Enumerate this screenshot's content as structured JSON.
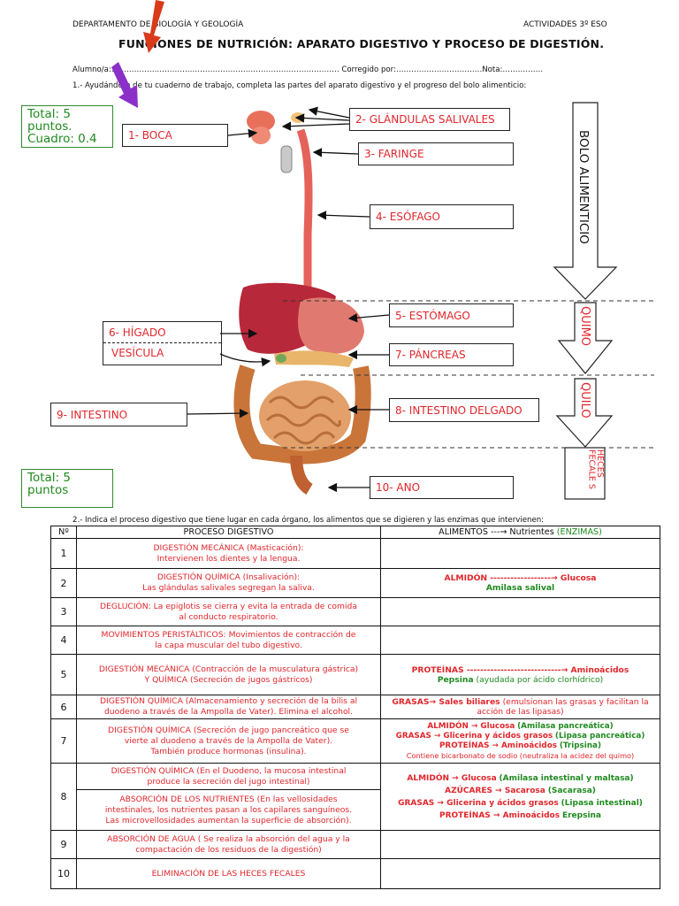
{
  "header": {
    "department": "DEPARTAMENTO DE BIOLOGÍA Y GEOLOGÍA",
    "activity": "ACTIVIDADES 3º ESO",
    "title": "FUNCIONES DE NUTRICIÓN: APARATO DIGESTIVO Y PROCESO DE DIGESTIÓN.",
    "student_line": "Alumno/a:……………………………………………………………………………… Corregido por:…………………………….Nota:……………."
  },
  "q1": {
    "instruction": "1.- Ayudándote de tu cuaderno de trabajo, completa las partes del aparato digestivo y el progreso del bolo alimenticio:",
    "score_box": "Total: 5 puntos. Cuadro: 0.4",
    "labels": {
      "boca": "1- BOCA",
      "glandulas": "2- GLÁNDULAS SALIVALES",
      "faringe": "3- FARINGE",
      "esofago": "4- ESÓFAGO",
      "estomago": "5- ESTÓMAGO",
      "higado": "6- HÍGADO",
      "vesicula": "VESÍCULA",
      "pancreas": "7- PÁNCREAS",
      "intestino_delgado": "8- INTESTINO DELGADO",
      "intestino": "9- INTESTINO",
      "ano": "10- ANO"
    },
    "flow": {
      "bolo": "BOLO ALIMENTICIO",
      "quimo": "QUIMO",
      "quilo": "QUILO",
      "heces": "HECES FECALE S"
    }
  },
  "q2": {
    "score_box": "Total: 5 puntos",
    "instruction": "2.- Indica el proceso digestivo que tiene lugar en cada órgano, los alimentos que se digieren y las enzimas que intervienen:",
    "col_num": "Nº",
    "col_process": "PROCESO DIGESTIVO",
    "col_food": "ALIMENTOS ---→ Nutrientes",
    "col_enzymes": "(ENZIMAS)",
    "rows": [
      {
        "n": "1",
        "p1": "DIGESTIÓN MECÁNICA (Masticación):",
        "p2": "Intervienen los dientes y la  lengua."
      },
      {
        "n": "2",
        "p1": "DIGESTIÓN  QUÍMICA (Insalivación):",
        "p2": "Las glándulas salivales segregan la saliva.",
        "f1": "ALMIDÓN ------------------→ Glucosa",
        "f2": "Amilasa salival"
      },
      {
        "n": "3",
        "p1": "DEGLUCIÓN: La epiglotis se cierra y evita la entrada de comida",
        "p2": "al conducto respiratorio."
      },
      {
        "n": "4",
        "p1": "MOVIMIENTOS PERISTÁLTICOS: Movimientos de contracción de",
        "p2": "la capa muscular del tubo digestivo."
      },
      {
        "n": "5",
        "p1": "DIGESTIÓN MECÁNICA (Contracción de la musculatura gástrica)",
        "p2": "Y QUÍMICA (Secreción de jugos gástricos)",
        "f1": "PROTEÍNAS ----------------------------→ Aminoácidos",
        "f2": "Pepsina",
        "f3": "(ayudada por ácido clorhídrico)"
      },
      {
        "n": "6",
        "p1": "DIGESTIÓN  QUÍMICA (Almacenamiento y secreción de la bilis al",
        "p2": "duodeno a través de la Ampolla de Vater). Elimina el alcohol.",
        "f1": "GRASAS→ Sales biliares",
        "f2": "(emulsionan las grasas y facilitan la acción de las lipasas)"
      },
      {
        "n": "7",
        "p1": "DIGESTIÓN  QUÍMICA (Secreción de jugo pancreático que se",
        "p2": "vierte al duodeno a través de la Ampolla de Vater).",
        "p3": "También produce hormonas (insulina).",
        "f1": "ALMIDÓN → Glucosa",
        "f1g": "(Amilasa pancreática)",
        "f2": "GRASAS → Glicerina y ácidos grasos",
        "f2g": "(Lipasa pancreática)",
        "f3": "PROTEÍNAS → Aminoácidos",
        "f3g": "(Tripsina)",
        "f4": "Contiene bicarbonato de sodio (neutraliza la acidez del quimo)"
      },
      {
        "n": "8",
        "p1": "DIGESTIÓN  QUÍMICA (En el Duodeno, la mucosa intestinal",
        "p2": "produce la secreción del jugo intestinal)",
        "p3": "ABSORCIÓN DE LOS NUTRIENTES (En las vellosidades",
        "p4": "intestinales, los nutrientes pasan a los capilares sanguíneos.",
        "p5": "Las microvellosidades aumentan la superficie de absorción).",
        "f1": "ALMIDÓN → Glucosa",
        "f1g": "(Amilasa intestinal y maltasa)",
        "f2": "AZÚCARES →  Sacarosa",
        "f2g": "(Sacarasa)",
        "f3": "GRASAS → Glicerina y ácidos grasos",
        "f3g": "(Lipasa intestinal)",
        "f4": "PROTEÍNAS → Aminoácidos",
        "f4g": "Erepsina"
      },
      {
        "n": "9",
        "p1": "ABSORCIÓN DE AGUA ( Se realiza la absorción del agua  y la",
        "p2": "compactación de los residuos de la digestión)"
      },
      {
        "n": "10",
        "p1": "ELIMINACIÓN DE LAS HECES FECALES"
      }
    ]
  },
  "colors": {
    "red": "#e0262b",
    "green": "#1f8a1f",
    "arrow_orange": "#d93a1a",
    "arrow_purple": "#8b2fc9"
  }
}
